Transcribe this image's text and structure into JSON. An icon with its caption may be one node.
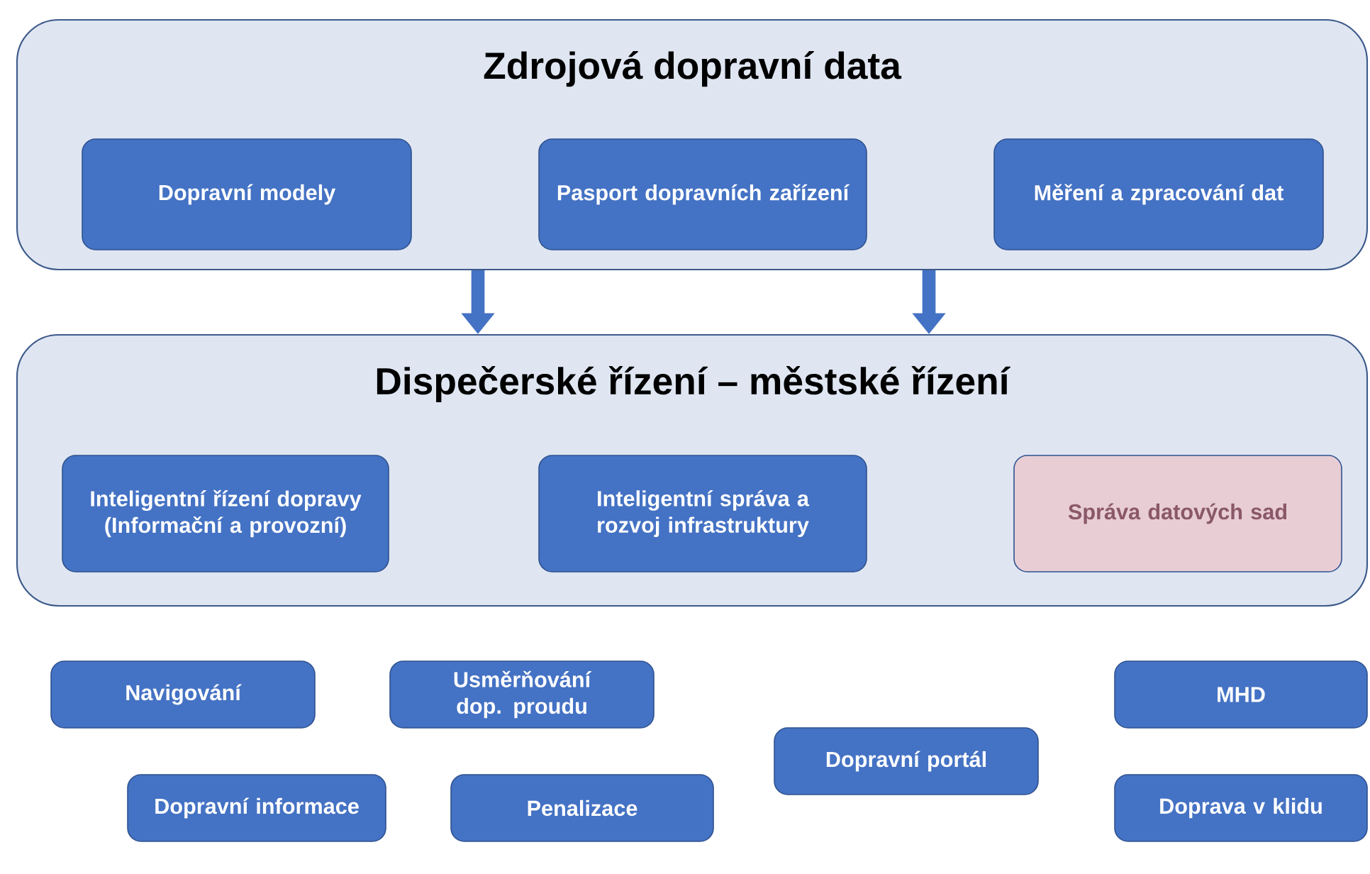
{
  "diagram": {
    "nodes": [
      {
        "text": [
          "Zdrojová dopravní data"
        ]
      },
      {
        "text": [
          "Dopravní modely"
        ],
        "in": 0
      },
      {
        "text": [
          "Pasport dopravních zařízení"
        ],
        "in": 0
      },
      {
        "text": [
          "Měření a zpracování dat"
        ],
        "in": 0
      },
      {
        "text": [
          "Dispečerské řízení – městské řízení"
        ]
      },
      {
        "text": [
          "Inteligentní řízení dopravy (Informační a provozní)"
        ],
        "in": 4
      },
      {
        "text": [
          "Inteligentní správa a rozvoj infrastruktury"
        ],
        "in": 4
      },
      {
        "text": [
          "Správa datových sad"
        ],
        "in": 4
      },
      {
        "text": [
          "Navigování"
        ]
      },
      {
        "text": [
          "Usměrňování dop. proudu"
        ]
      },
      {
        "text": [
          "MHD"
        ]
      },
      {
        "text": [
          "Dopravní portál"
        ]
      },
      {
        "text": [
          "Dopravní informace"
        ]
      },
      {
        "text": [
          "Penalizace"
        ]
      },
      {
        "text": [
          "Doprava v klidu"
        ]
      }
    ],
    "edges": [
      {
        "from": 0,
        "to": 4,
        "arrow": "to"
      },
      {
        "from": 0,
        "to": 4,
        "arrow": "to"
      }
    ]
  }
}
